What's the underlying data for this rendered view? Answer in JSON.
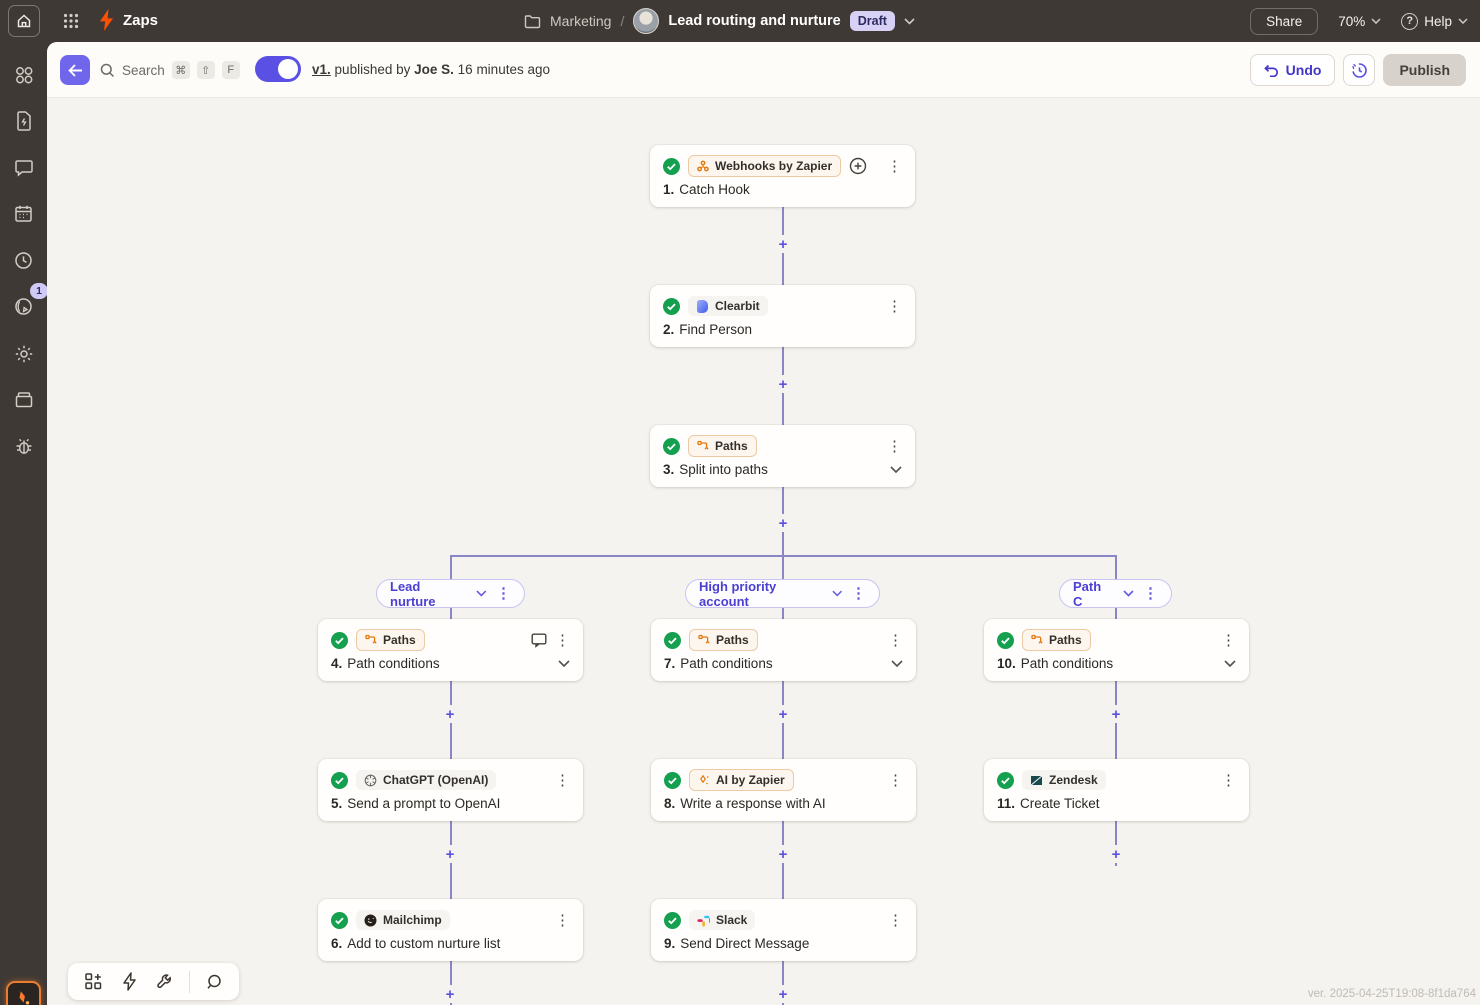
{
  "topbar": {
    "app_title": "Zaps",
    "breadcrumb": {
      "folder": "Marketing",
      "separator": "/",
      "zap_name": "Lead routing and nurture",
      "status_badge": "Draft"
    },
    "share_label": "Share",
    "zoom_level": "70%",
    "help_label": "Help"
  },
  "sidebar": {
    "notification_count": "1"
  },
  "toolbar": {
    "search_placeholder": "Search",
    "shortcut_keys": {
      "cmd": "⌘",
      "shift": "⇧",
      "letter": "F"
    },
    "version_label": "v1.",
    "published_by_text": "published by",
    "publisher_name": "Joe S.",
    "published_ago": "16 minutes ago",
    "undo_label": "Undo",
    "publish_label": "Publish"
  },
  "canvas": {
    "plus_symbol": "+",
    "branches": [
      {
        "label": "Lead nurture"
      },
      {
        "label": "High priority account"
      },
      {
        "label": "Path C"
      }
    ],
    "nodes": [
      {
        "app": "Webhooks by Zapier",
        "num": "1.",
        "title": "Catch Hook"
      },
      {
        "app": "Clearbit",
        "num": "2.",
        "title": "Find Person"
      },
      {
        "app": "Paths",
        "num": "3.",
        "title": "Split into paths"
      },
      {
        "app": "Paths",
        "num": "4.",
        "title": "Path conditions"
      },
      {
        "app": "ChatGPT (OpenAI)",
        "num": "5.",
        "title": "Send a prompt to OpenAI"
      },
      {
        "app": "Mailchimp",
        "num": "6.",
        "title": "Add to custom nurture list"
      },
      {
        "app": "Paths",
        "num": "7.",
        "title": "Path conditions"
      },
      {
        "app": "AI by Zapier",
        "num": "8.",
        "title": "Write a response with AI"
      },
      {
        "app": "Slack",
        "num": "9.",
        "title": "Send Direct Message"
      },
      {
        "app": "Paths",
        "num": "10.",
        "title": "Path conditions"
      },
      {
        "app": "Zendesk",
        "num": "11.",
        "title": "Create Ticket"
      }
    ],
    "version_stamp": "ver. 2025-04-25T19:08-8f1da764"
  },
  "icons": {
    "kebab": "⋮",
    "undo": "↺",
    "help": "?",
    "zendesk_glyph": "Z"
  },
  "colors": {
    "zapier_orange": "#ff4f00",
    "accent_purple": "#5b50e4",
    "success_green": "#15a050",
    "connector_purple": "#8a86c3",
    "builtin_pill_border": "#eccaa3",
    "topbar_bg": "#3f3935",
    "canvas_bg": "#f5f3ef"
  }
}
